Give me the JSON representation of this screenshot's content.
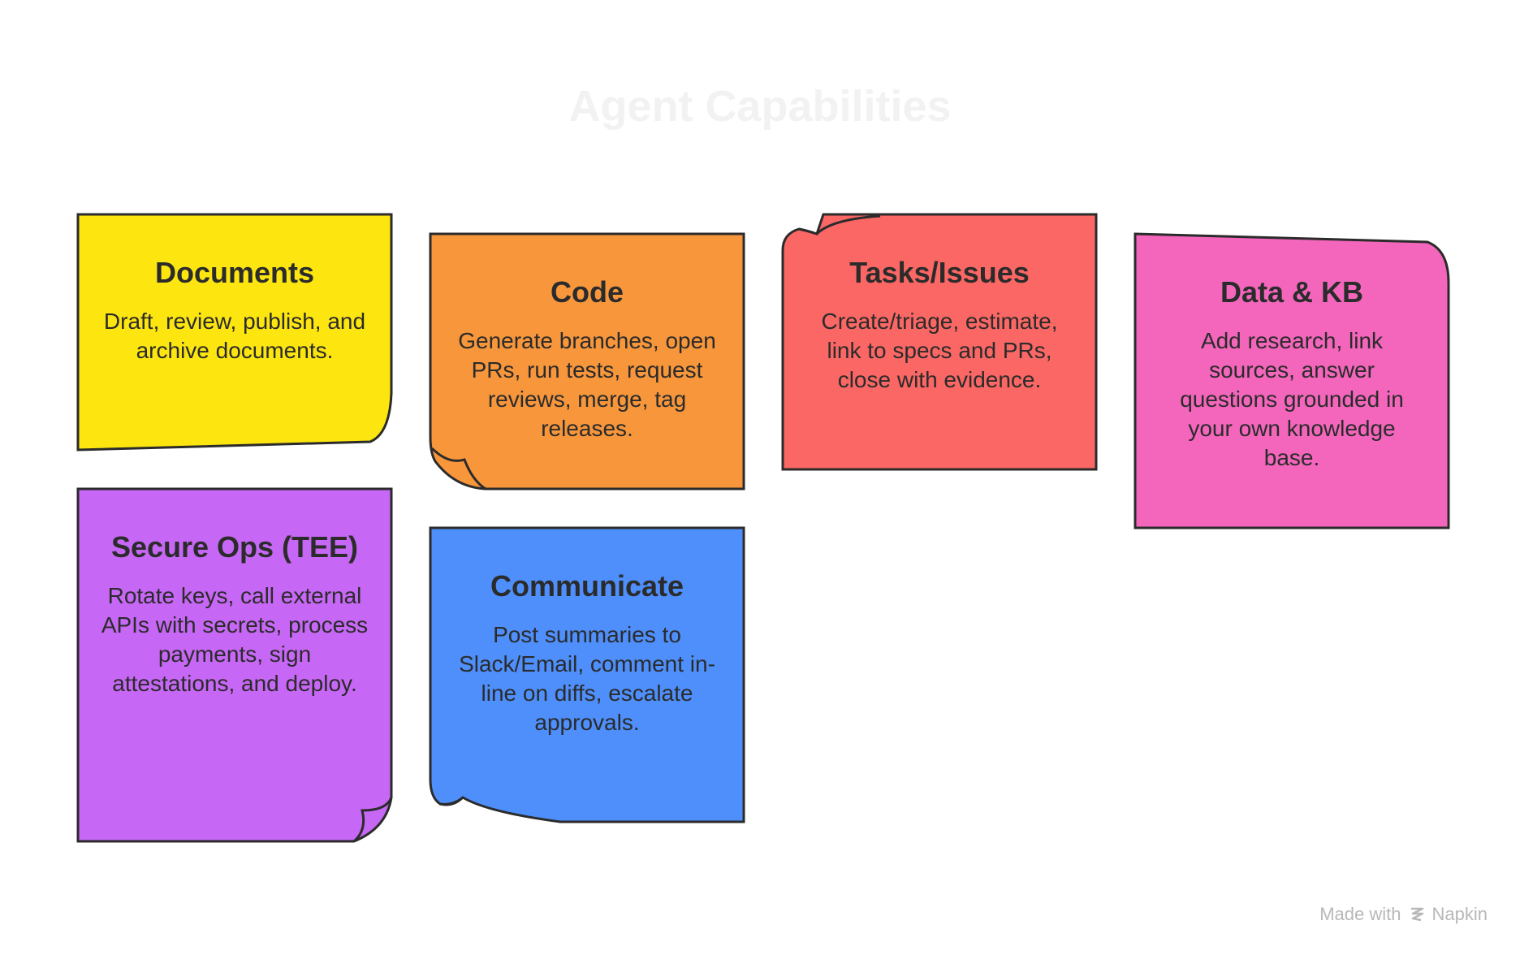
{
  "title": "Agent Capabilities",
  "cards": [
    {
      "heading": "Documents",
      "description": "Draft, review, publish, and archive documents.",
      "color": "#fde60f"
    },
    {
      "heading": "Code",
      "description": "Generate branches, open PRs, run tests, request reviews, merge, tag releases.",
      "color": "#f7963b"
    },
    {
      "heading": "Tasks/Issues",
      "description": "Create/triage, estimate, link to specs and PRs, close with evidence.",
      "color": "#fb6764"
    },
    {
      "heading": "Data & KB",
      "description": "Add research, link sources, answer questions grounded in your own knowledge base.",
      "color": "#f366bc"
    },
    {
      "heading": "Secure Ops (TEE)",
      "description": "Rotate keys, call external APIs with secrets, process payments, sign attestations, and deploy.",
      "color": "#c767f5"
    },
    {
      "heading": "Communicate",
      "description": "Post summaries to Slack/Email, comment in-line on diffs, escalate approvals.",
      "color": "#4e8ffb"
    }
  ],
  "footer": {
    "made_with": "Made with",
    "brand": "Napkin",
    "logo_icon": "napkin-logo-icon"
  }
}
